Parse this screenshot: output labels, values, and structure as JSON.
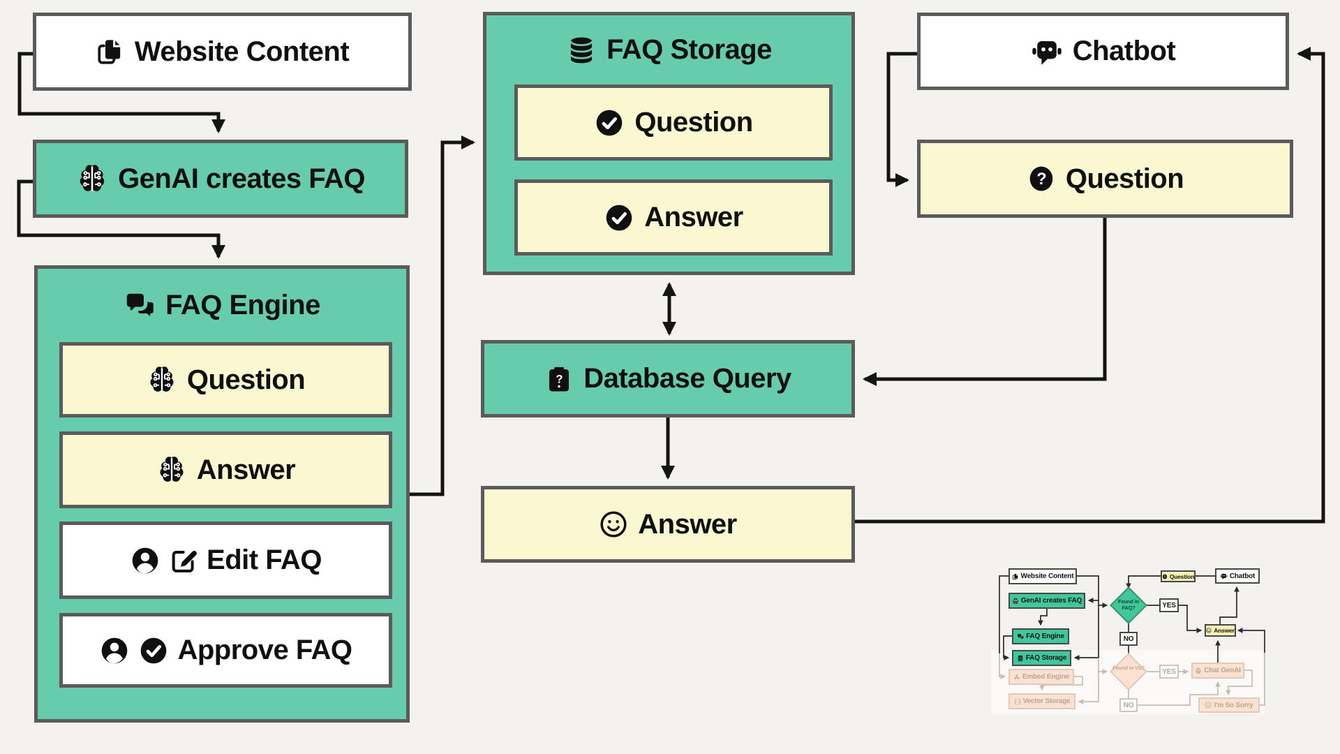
{
  "colors": {
    "background": "#f4f2ef",
    "teal": "#66ccab",
    "yellow": "#faf8d0",
    "white": "#ffffff",
    "border_gray": "#5b5b5b",
    "line_black": "#141414",
    "minimap_teal": "#41c79c",
    "minimap_yellow": "#f6f1b5",
    "minimap_faded_pink": "#f9e2d2"
  },
  "nodes": {
    "website_content": "Website Content",
    "genai_creates_faq": "GenAI creates FAQ",
    "faq_engine": "FAQ Engine",
    "engine_question": "Question",
    "engine_answer": "Answer",
    "edit_faq": "Edit FAQ",
    "approve_faq": "Approve FAQ",
    "faq_storage": "FAQ Storage",
    "storage_question": "Question",
    "storage_answer": "Answer",
    "database_query": "Database Query",
    "final_answer": "Answer",
    "chatbot": "Chatbot",
    "user_question": "Question"
  },
  "minimap": {
    "website_content": "Website Content",
    "genai_creates_faq": "GenAI creates FAQ",
    "faq_engine": "FAQ Engine",
    "faq_storage": "FAQ Storage",
    "embed_engine": "Embed Engine",
    "vector_storage": "Vector Storage",
    "found_in_faq": "Found in FAQ?",
    "found_in_vs": "Found in VS?",
    "yes_1": "YES",
    "no_1": "NO",
    "yes_2": "YES",
    "no_2": "NO",
    "question": "Question",
    "chatbot": "Chatbot",
    "answer": "Answer",
    "chat_genai": "Chat GenAI",
    "im_so_sorry": "I'm So Sorry"
  }
}
